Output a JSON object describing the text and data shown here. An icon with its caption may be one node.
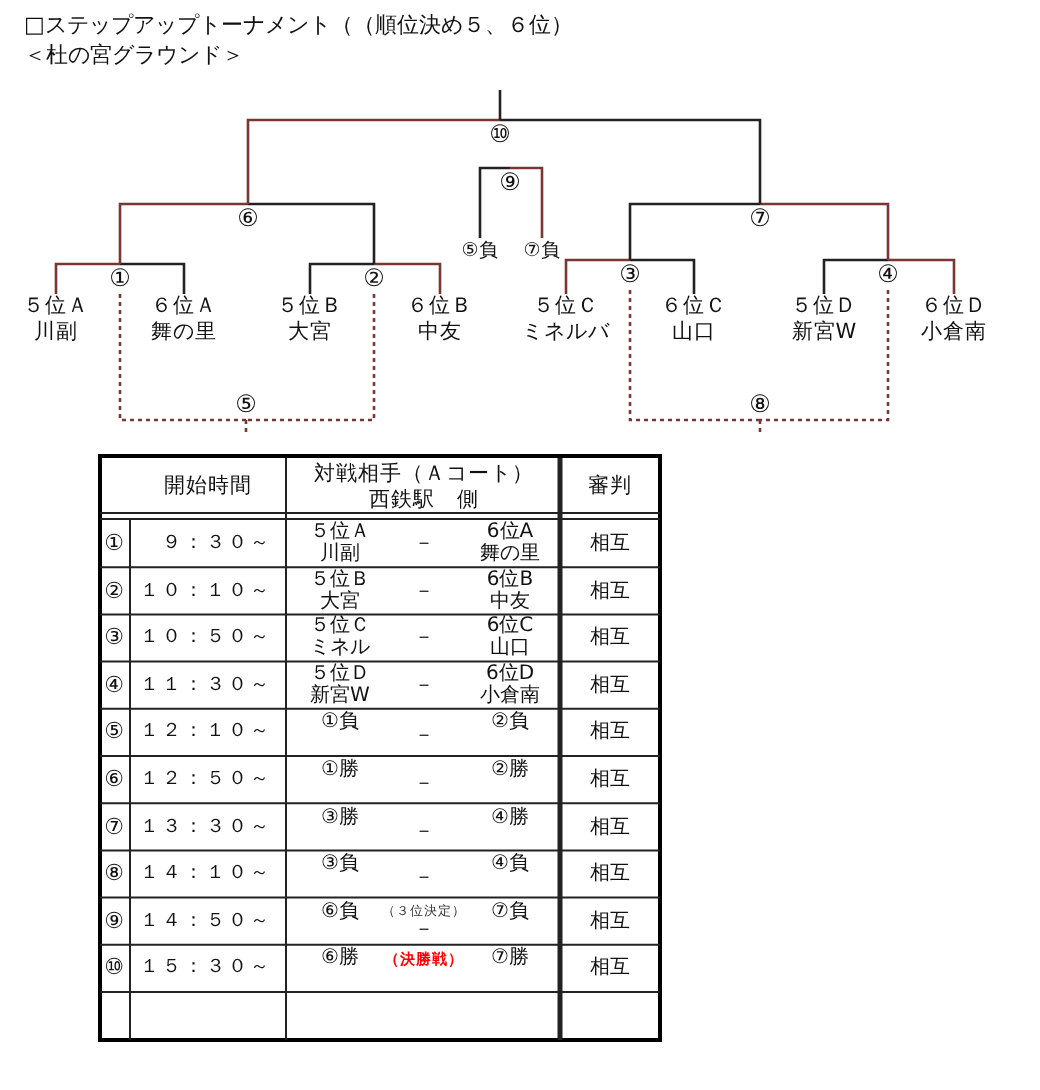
{
  "diagram": {
    "title": "□ステップアップトーナメント（（順位決め５、６位）",
    "nodes": [
      {
        "text": [
          "⑩"
        ]
      },
      {
        "text": [
          "⑨"
        ]
      },
      {
        "text": [
          "⑥"
        ]
      },
      {
        "text": [
          "⑤負"
        ]
      },
      {
        "text": [
          "⑦負"
        ]
      },
      {
        "text": [
          "⑦"
        ]
      },
      {
        "text": [
          "①"
        ]
      },
      {
        "text": [
          "②"
        ]
      },
      {
        "text": [
          "③"
        ]
      },
      {
        "text": [
          "④"
        ]
      },
      {
        "text": [
          "５位Ａ",
          "川副"
        ]
      },
      {
        "text": [
          "６位Ａ",
          "舞の里"
        ]
      },
      {
        "text": [
          "５位Ｂ",
          "大宮"
        ]
      },
      {
        "text": [
          "６位Ｂ",
          "中友"
        ]
      },
      {
        "text": [
          "５位Ｃ",
          "ミネルバ"
        ]
      },
      {
        "text": [
          "６位Ｃ",
          "山口"
        ]
      },
      {
        "text": [
          "５位Ｄ",
          "新宮W"
        ]
      },
      {
        "text": [
          "６位Ｄ",
          "小倉南"
        ]
      },
      {
        "text": [
          "⑤"
        ]
      },
      {
        "text": [
          "⑧"
        ]
      }
    ],
    "edges": [
      {
        "from": 10,
        "to": 6,
        "arrow": "none",
        "color": "#7a3535"
      },
      {
        "from": 11,
        "to": 6,
        "arrow": "none"
      },
      {
        "from": 12,
        "to": 7,
        "arrow": "none"
      },
      {
        "from": 13,
        "to": 7,
        "arrow": "none",
        "color": "#7a3535"
      },
      {
        "from": 14,
        "to": 8,
        "arrow": "none",
        "color": "#7a3535"
      },
      {
        "from": 15,
        "to": 8,
        "arrow": "none"
      },
      {
        "from": 16,
        "to": 9,
        "arrow": "none"
      },
      {
        "from": 17,
        "to": 9,
        "arrow": "none",
        "color": "#7a3535"
      },
      {
        "from": 6,
        "to": 2,
        "arrow": "none",
        "color": "#7a3535"
      },
      {
        "from": 7,
        "to": 2,
        "arrow": "none"
      },
      {
        "from": 8,
        "to": 5,
        "arrow": "none"
      },
      {
        "from": 9,
        "to": 5,
        "arrow": "none",
        "color": "#7a3535"
      },
      {
        "from": 2,
        "to": 0,
        "arrow": "none",
        "color": "#7a3535"
      },
      {
        "from": 5,
        "to": 0,
        "arrow": "none"
      },
      {
        "from": 3,
        "to": 1,
        "arrow": "none"
      },
      {
        "from": 4,
        "to": 1,
        "arrow": "none",
        "color": "#7a3535"
      },
      {
        "from": 6,
        "to": 18,
        "arrow": "none",
        "style": "dashed",
        "color": "#7a3535"
      },
      {
        "from": 7,
        "to": 18,
        "arrow": "none",
        "style": "dashed",
        "color": "#7a3535"
      },
      {
        "from": 8,
        "to": 19,
        "arrow": "none",
        "style": "dashed",
        "color": "#7a3535"
      },
      {
        "from": 9,
        "to": 19,
        "arrow": "none",
        "style": "dashed",
        "color": "#7a3535"
      },
      {
        "from": 0,
        "to": null,
        "arrow": "none"
      },
      {
        "from": 18,
        "to": null,
        "arrow": "none",
        "style": "dashed",
        "color": "#7a3535"
      },
      {
        "from": 19,
        "to": null,
        "arrow": "none",
        "style": "dashed",
        "color": "#7a3535"
      }
    ],
    "labels": [
      "＜杜の宮グラウンド＞",
      "開始時間",
      "対戦相手（Ａコート）",
      "西鉄駅　側",
      "審判",
      "①",
      "９：３０～",
      "５位Ａ",
      "川副",
      "－",
      "6位A",
      "舞の里",
      "相互",
      "②",
      "１０：１０～",
      "５位Ｂ",
      "大宮",
      "－",
      "6位B",
      "中友",
      "相互",
      "③",
      "１０：５０～",
      "５位Ｃ",
      "ミネル",
      "－",
      "6位C",
      "山口",
      "相互",
      "④",
      "１１：３０～",
      "５位Ｄ",
      "新宮W",
      "－",
      "6位D",
      "小倉南",
      "相互",
      "⑤",
      "１２：１０～",
      "①負",
      "②負",
      "－",
      "相互",
      "⑥",
      "１２：５０～",
      "①勝",
      "②勝",
      "－",
      "相互",
      "⑦",
      "１３：３０～",
      "③勝",
      "④勝",
      "－",
      "相互",
      "⑧",
      "１４：１０～",
      "③負",
      "④負",
      "－",
      "相互",
      "⑨",
      "１４：５０～",
      "⑥負",
      "（３位決定）",
      "⑦負",
      "－",
      "相互",
      "⑩",
      "１５：３０～",
      "⑥勝",
      "（決勝戦）",
      "⑦勝",
      "相互"
    ]
  }
}
